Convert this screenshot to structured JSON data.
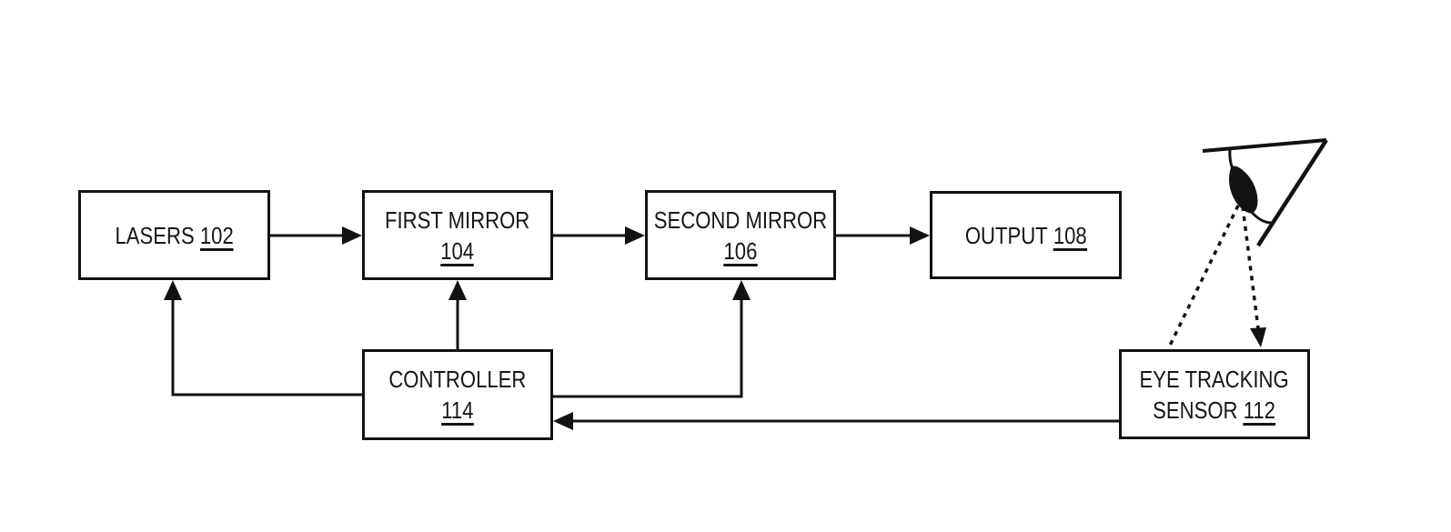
{
  "figure": {
    "background_color": "#ffffff",
    "line_color": "#121212",
    "boxes": {
      "lasers": {
        "label": "LASERS",
        "number": "102"
      },
      "first_mirror": {
        "label": "FIRST MIRROR",
        "number": "104"
      },
      "second_mirror": {
        "label": "SECOND MIRROR",
        "number": "106"
      },
      "output": {
        "label": "OUTPUT",
        "number": "108"
      },
      "controller": {
        "label": "CONTROLLER",
        "number": "114"
      },
      "eye_tracking_sensor": {
        "label_line1": "EYE TRACKING",
        "label_line2": "SENSOR",
        "number": "112"
      }
    },
    "connections": [
      {
        "from": "lasers",
        "to": "first_mirror",
        "style": "solid-arrow"
      },
      {
        "from": "first_mirror",
        "to": "second_mirror",
        "style": "solid-arrow"
      },
      {
        "from": "second_mirror",
        "to": "output",
        "style": "solid-arrow"
      },
      {
        "from": "controller",
        "to": "lasers",
        "style": "solid-arrow"
      },
      {
        "from": "controller",
        "to": "first_mirror",
        "style": "solid-arrow"
      },
      {
        "from": "controller",
        "to": "second_mirror",
        "style": "solid-arrow"
      },
      {
        "from": "eye_tracking_sensor",
        "to": "controller",
        "style": "solid-arrow"
      },
      {
        "from": "eye",
        "to": "eye_tracking_sensor",
        "style": "dashed-arrow"
      }
    ]
  }
}
